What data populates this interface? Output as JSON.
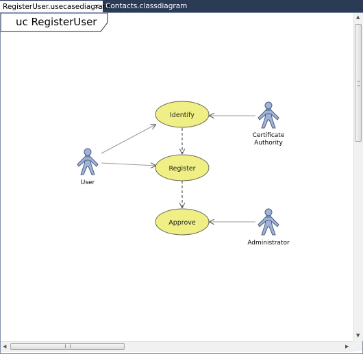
{
  "tabs": [
    {
      "label": "RegisterUser.usecasediagram",
      "active": true
    },
    {
      "label": "Contacts.classdiagram",
      "active": false
    }
  ],
  "diagram": {
    "title": "uc RegisterUser",
    "use_cases": [
      {
        "id": "identify",
        "label": "Identify"
      },
      {
        "id": "register",
        "label": "Register"
      },
      {
        "id": "approve",
        "label": "Approve"
      }
    ],
    "actors": [
      {
        "id": "user",
        "lines": [
          "User"
        ]
      },
      {
        "id": "certificate-authority",
        "lines": [
          "Certificate",
          "Authority"
        ]
      },
      {
        "id": "administrator",
        "lines": [
          "Administrator"
        ]
      }
    ]
  },
  "icons": {
    "tab_close": "close-icon"
  },
  "colors": {
    "use_case_fill": "#efef85",
    "use_case_stroke": "#6a6a55",
    "actor_fill": "#9fb4d8",
    "actor_stroke": "#4a5c7c",
    "tabbar_bg": "#2b3a55"
  }
}
